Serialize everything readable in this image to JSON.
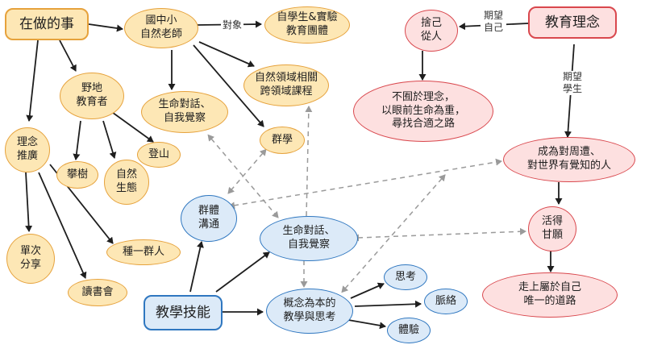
{
  "nodes": {
    "zai_zuo_de_shi": "在做的事",
    "jiao_yu_li_nian": "教育理念",
    "jiao_xue_ji_neng": "教學技能",
    "guo_zhong_xiao": "國中小\n自然老師",
    "zi_xue_sheng": "自學生&實驗\n教育團體",
    "ye_di": "野地\n教育者",
    "sheng_ming_dui_hua_y": "生命對話、\n自我覺察",
    "zi_ran_ling_yu": "自然領域相關\n跨領域課程",
    "qun_xue": "群學",
    "li_nian_tui_guang": "理念\n推廣",
    "deng_shan": "登山",
    "pan_shu": "攀樹",
    "zi_ran_sheng_tai": "自然\n生態",
    "zhong_yi_qun_ren": "種一群人",
    "dan_ci_fen_xiang": "單次\n分享",
    "du_shu_hui": "讀書會",
    "she_ji_cong_ren": "捨己\n從人",
    "bu_qiu": "不囿於理念，\n以眼前生命為重，\n尋找合適之路",
    "cheng_wei": "成為對周遭、\n對世界有覺知的人",
    "huo_de_gan_yuan": "活得\n甘願",
    "zou_shang": "走上屬於自己\n唯一的道路",
    "qun_ti_gou_tong": "群體\n溝通",
    "sheng_ming_dui_hua_b": "生命對話、\n自我覺察",
    "gai_nian": "概念為本的\n教學與思考",
    "si_kao": "思考",
    "mai_luo": "脈絡",
    "ti_yan": "體驗"
  },
  "edge_labels": {
    "dui_xiang": "對象",
    "qi_wang_zi_ji": "期望\n自己",
    "qi_wang_xue_sheng": "期望\n學生"
  }
}
